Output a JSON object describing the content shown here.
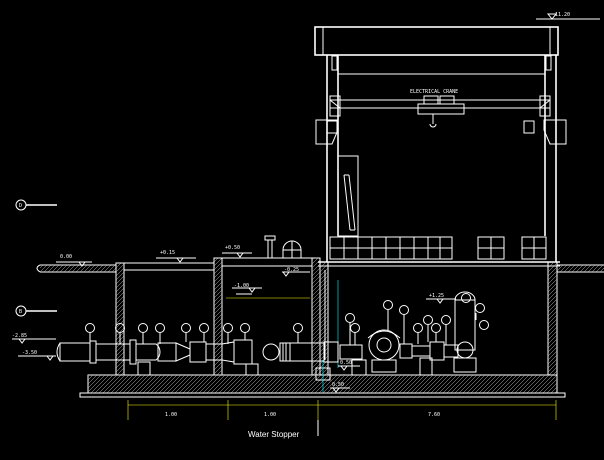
{
  "drawing": {
    "crane_label": "ELECTRICAL CRANE",
    "water_stopper_label": "Water Stopper",
    "axis_bubbles": [
      "D",
      "B"
    ],
    "levels": {
      "roof": "11.20",
      "ground_left": "0.00",
      "top_chamber1": "+0.15",
      "top_chamber2": "+0.50",
      "floor_pump": "-0.25",
      "inner_chamber": "-1.00",
      "pump_right": "+1.25",
      "pipe_inlet": "-2.85",
      "pipe_base": "-3.50",
      "gauge_a": "0.50",
      "gauge_b": "0.50"
    },
    "dimensions": [
      "1.00",
      "1.00",
      "7.60"
    ]
  }
}
